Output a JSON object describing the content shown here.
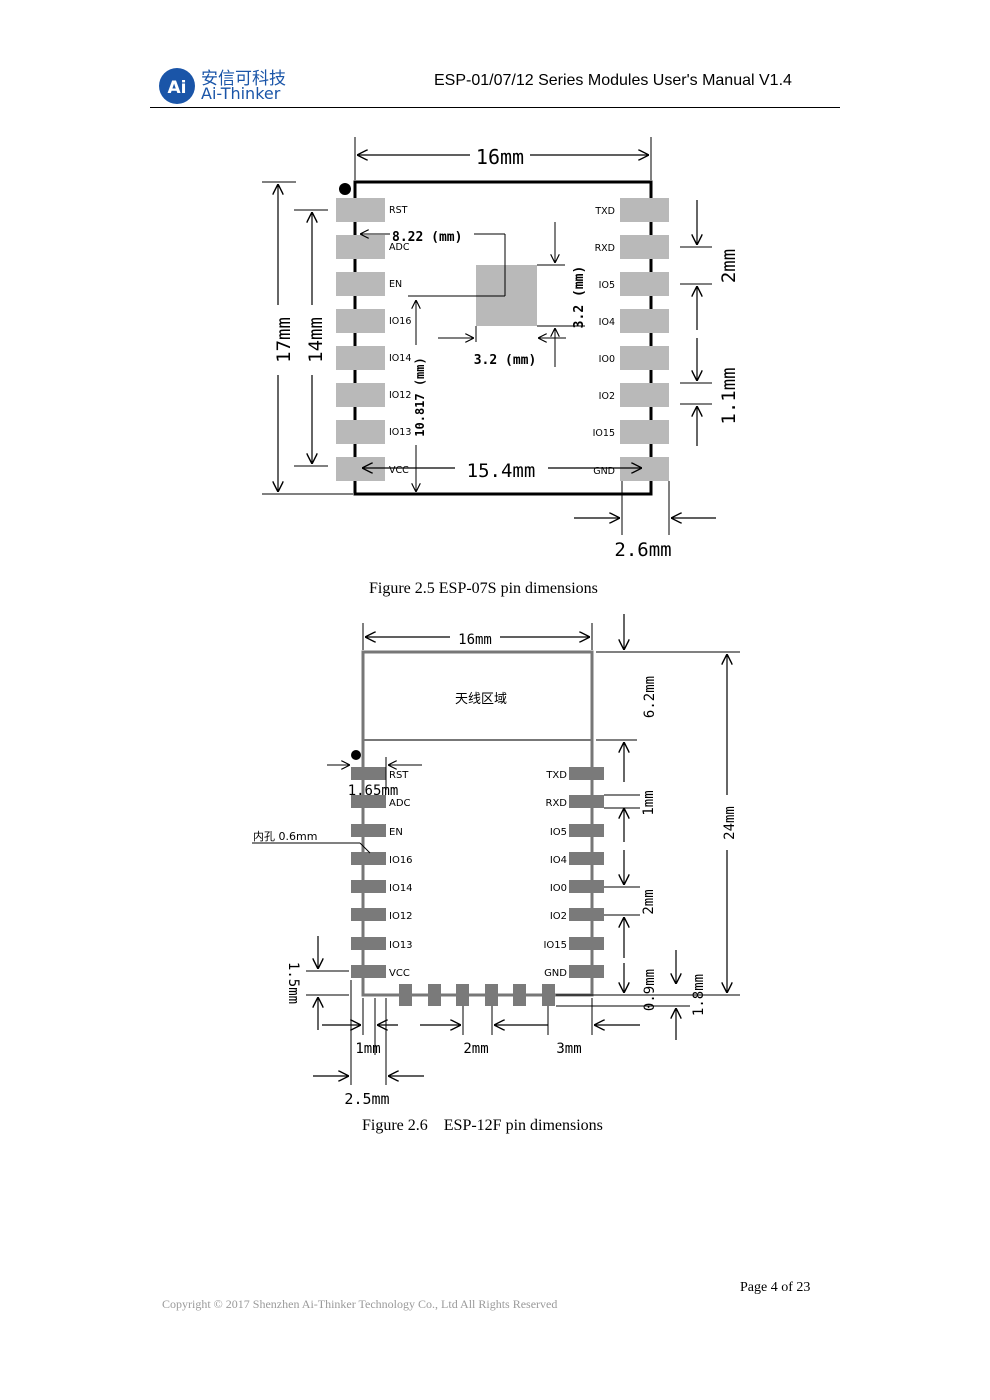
{
  "header": {
    "logo_cn": "安信可科技",
    "logo_en": "Ai-Thinker",
    "logo_mark": "Ai",
    "title": "ESP-01/07/12 Series Modules User's Manual V1.4"
  },
  "figure1": {
    "caption": "Figure 2.5 ESP-07S pin dimensions",
    "left_pins": [
      "RST",
      "ADC",
      "EN",
      "IO16",
      "IO14",
      "IO12",
      "IO13",
      "VCC"
    ],
    "right_pins": [
      "TXD",
      "RXD",
      "IO5",
      "IO4",
      "IO0",
      "IO2",
      "IO15",
      "GND"
    ],
    "dims": {
      "width": "16mm",
      "height": "17mm",
      "pin_span": "14mm",
      "pad_span": "15.4mm",
      "pad_offset": "2.6mm",
      "pitch_2": "2mm",
      "pad_1_1": "1.1mm",
      "ep_x": "8.22 (mm)",
      "ep_y": "10.817 (mm)",
      "ep_w": "3.2 (mm)",
      "ep_h": "3.2 (mm)"
    }
  },
  "figure2": {
    "caption": "Figure 2.6    ESP-12F pin dimensions",
    "antenna_label": "天线区域",
    "hole_label": "内孔 0.6mm",
    "left_pins": [
      "RST",
      "ADC",
      "EN",
      "IO16",
      "IO14",
      "IO12",
      "IO13",
      "VCC"
    ],
    "right_pins": [
      "TXD",
      "RXD",
      "IO5",
      "IO4",
      "IO0",
      "IO2",
      "IO15",
      "GND"
    ],
    "dims": {
      "width": "16mm",
      "antenna_h": "6.2mm",
      "height": "24mm",
      "pin_pitch": "1mm",
      "pad_2": "2mm",
      "d_0_9": "0.9mm",
      "d_1_8": "1.8mm",
      "d_1_65": "1.65mm",
      "d_1_5": "1.5mm",
      "bottom_1": "1mm",
      "bottom_2": "2mm",
      "bottom_3": "3mm",
      "bottom_2_5": "2.5mm"
    }
  },
  "footer": {
    "page": "Page 4 of 23",
    "copyright": "Copyright © 2017 Shenzhen Ai-Thinker Technology Co., Ltd All Rights Reserved"
  }
}
